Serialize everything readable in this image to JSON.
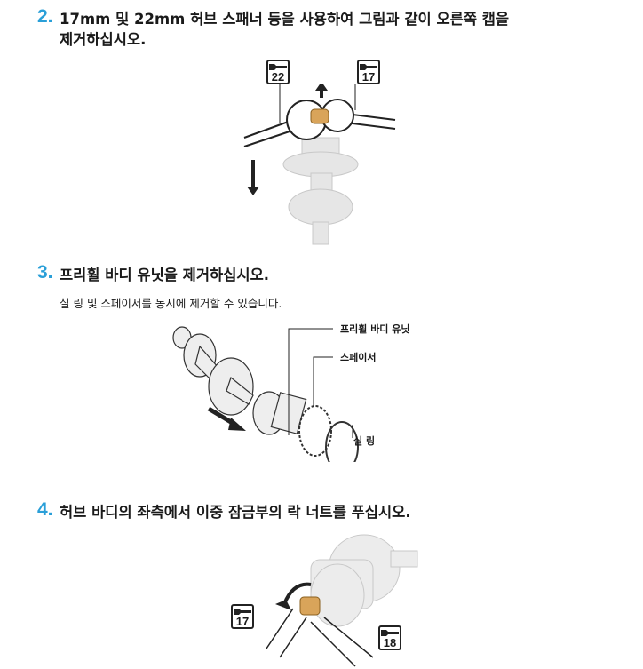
{
  "step2": {
    "number": "2.",
    "title_line1": "17mm 및 22mm 허브 스패너 등을 사용하여 그림과 같이 오른쪽 캡을",
    "title_line2": "제거하십시오.",
    "tools": [
      "22",
      "17"
    ]
  },
  "step3": {
    "number": "3.",
    "title": "프리휠 바디 유닛을 제거하십시오.",
    "note": "실 링 및 스페이서를 동시에 제거할 수 있습니다.",
    "labels": {
      "freewheel": "프리휠 바디 유닛",
      "spacer": "스페이서",
      "seal_ring": "실 링"
    }
  },
  "step4": {
    "number": "4.",
    "title": "허브 바디의 좌측에서 이중 잠금부의 락 너트를 푸십시오.",
    "tools": [
      "17",
      "18"
    ]
  },
  "colors": {
    "accent": "#2a9fd8",
    "brass": "#d9a45a"
  }
}
